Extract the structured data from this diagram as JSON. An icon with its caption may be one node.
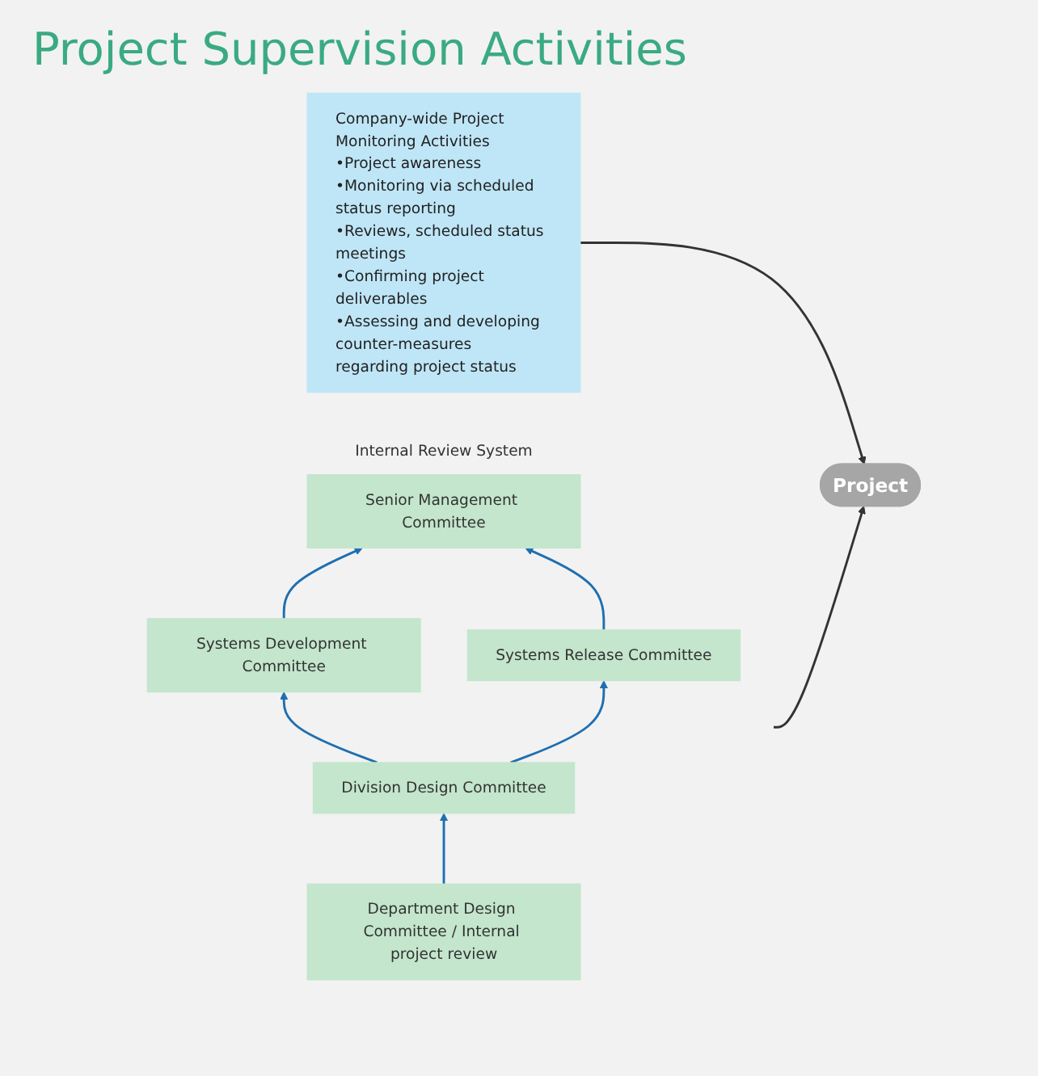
{
  "diagram": {
    "title": "Project Supervision Activities",
    "nodes": [
      {
        "text": [
          "Internal Review System"
        ]
      },
      {
        "text": [
          "Senior Management Committee"
        ],
        "in": 0
      },
      {
        "text": [
          "Systems Development Committee"
        ],
        "in": 0
      },
      {
        "text": [
          "Systems Release Committee"
        ],
        "in": 0
      },
      {
        "text": [
          "Division Design Committee"
        ],
        "in": 0
      },
      {
        "text": [
          "Department Design Committee / Internal project review"
        ],
        "in": 0
      },
      {
        "text": [
          "Project"
        ]
      },
      {
        "text": [
          "Company-wide Project Monitoring Activities",
          "•Project awareness",
          "•Monitoring via scheduled status reporting",
          "•Reviews, scheduled status meetings",
          "•Confirming project deliverables",
          "•Assessing and developing counter-measures regarding project status"
        ]
      }
    ],
    "edges": [
      {
        "from": 5,
        "to": 4,
        "arrow": "to"
      },
      {
        "from": 4,
        "to": 2,
        "arrow": "to"
      },
      {
        "from": 4,
        "to": 3,
        "arrow": "to"
      },
      {
        "from": 2,
        "to": 1,
        "arrow": "to"
      },
      {
        "from": 3,
        "to": 1,
        "arrow": "to"
      },
      {
        "from": 0,
        "to": 6,
        "arrow": "to",
        "color": "#333333"
      },
      {
        "from": 7,
        "to": 6,
        "arrow": "to",
        "color": "#333333"
      }
    ]
  }
}
